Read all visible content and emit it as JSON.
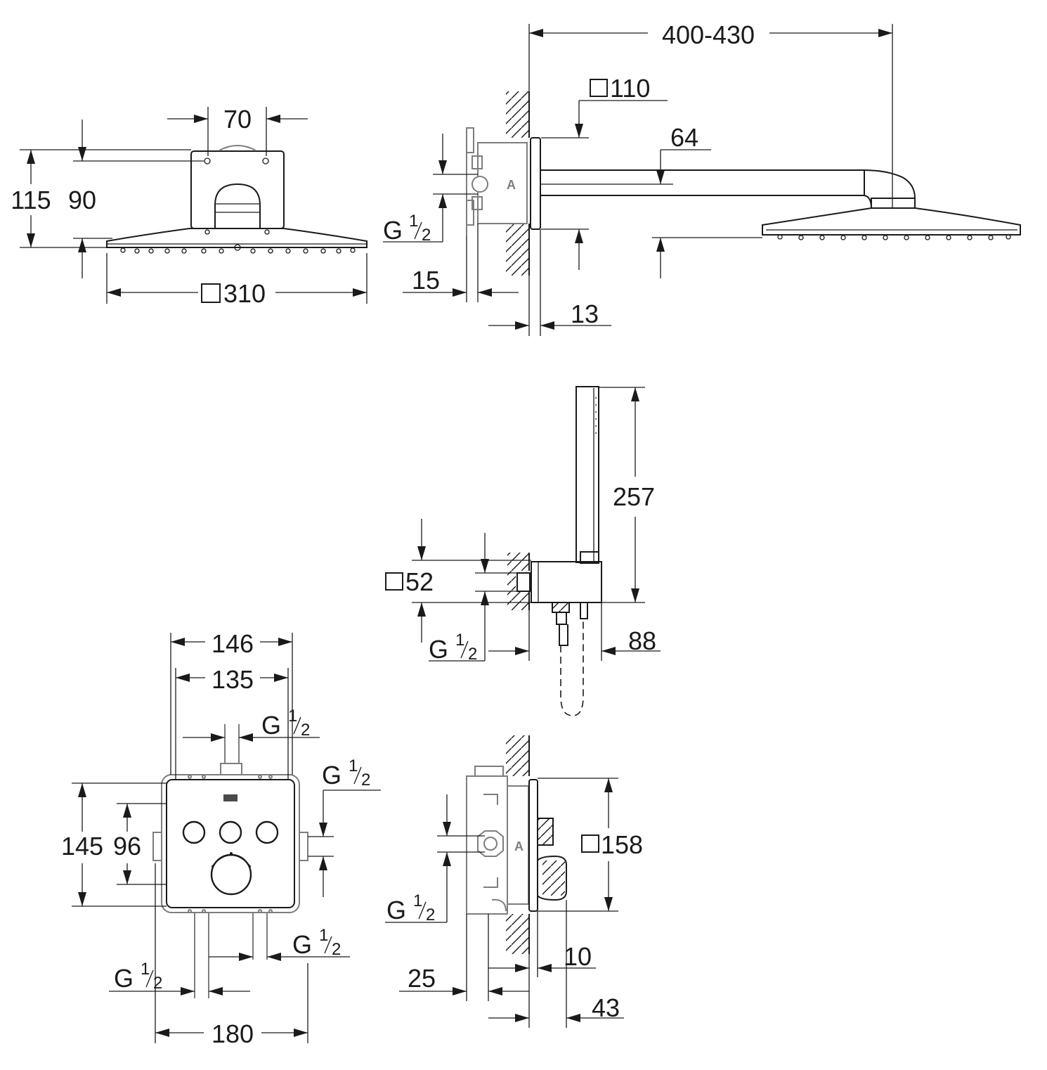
{
  "top_left": {
    "w70": "70",
    "h115": "115",
    "h90": "90",
    "w310": "310"
  },
  "top_right": {
    "w400_430": "400-430",
    "sq110": "110",
    "d64": "64",
    "g_letter": "G",
    "g_num": "1",
    "g_den": "2",
    "d15": "15",
    "d13": "13"
  },
  "middle": {
    "h257": "257",
    "sq52": "52",
    "g_letter": "G",
    "g_num": "1",
    "g_den": "2",
    "d88": "88"
  },
  "bottom_left": {
    "w146": "146",
    "w135": "135",
    "g_top": "G",
    "g_top_num": "1",
    "g_top_den": "2",
    "g_right": "G",
    "g_right_num": "1",
    "g_right_den": "2",
    "h145": "145",
    "h96": "96",
    "g_br": "G",
    "g_br_num": "1",
    "g_br_den": "2",
    "g_bl": "G",
    "g_bl_num": "1",
    "g_bl_den": "2",
    "w180": "180"
  },
  "bottom_right": {
    "sq158": "158",
    "g_letter": "G",
    "g_num": "1",
    "g_den": "2",
    "d25": "25",
    "d10": "10",
    "d43": "43"
  }
}
